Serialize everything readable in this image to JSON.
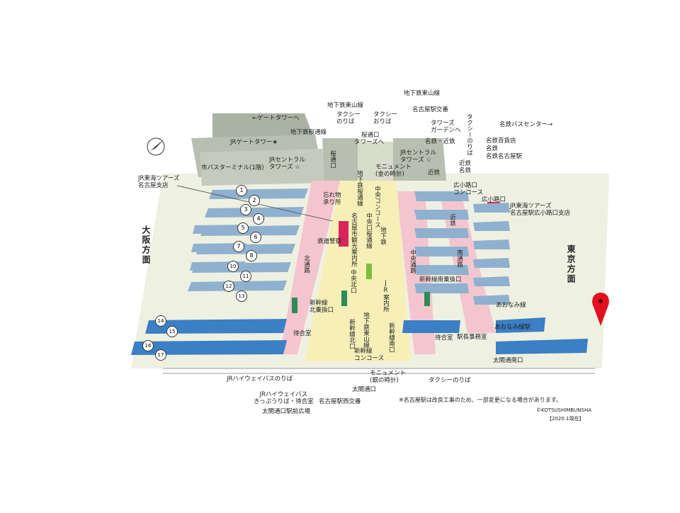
{
  "map": {
    "direction_west": "大阪方面",
    "direction_east": "東京方面",
    "notice": "※名古屋駅は改良工事のため、一部変更になる場合があります。",
    "copyright": "©KOTSUSHIMBUNSHA",
    "date": "【2020.1現在】",
    "platform_numbers": [
      "1",
      "2",
      "3",
      "4",
      "5",
      "6",
      "7",
      "8",
      "10",
      "11",
      "12",
      "13",
      "14",
      "15",
      "16",
      "17"
    ],
    "labels": {
      "gate_tower_arrow": "←ゲートタワーへ",
      "gate_tower": "JRゲートタワー★",
      "bus_terminal": "市バスターミナル(1階)",
      "central_towers_left": "JRセントラル\nタワーズ ☆",
      "central_towers_right": "JRセントラル\nタワーズ ☆",
      "subway_higashiyama_left": "地下鉄東山線",
      "subway_higashiyama_right": "地下鉄東山線",
      "taxi_ride": "タクシー\nのりば",
      "taxi_drop": "タクシー\nおりば",
      "police_box": "名古屋駅交番",
      "towers_garden": "タワーズ\nガーデンへ",
      "meitetsu_bus_center": "名鉄バスセンター→",
      "taxi_vertical": "タクシーのりば",
      "subway_sakuradori_top": "地下鉄桜通線",
      "sakuradori_exit": "桜通口",
      "towers_arrow": "タワーズへ",
      "meitetsu_kintetsu": "名鉄・近鉄",
      "meitetsu_depart": "名鉄百貨店",
      "meitetsu": "名鉄",
      "meitetsu_station": "名鉄名古屋駅",
      "jr_tours_taikou": "JR東海ツアーズ\n名古屋支店",
      "sakuradori_exit_v": "桜通口",
      "monument_gold": "モニュメント\n(金の時計)",
      "kintetsu_top": "近鉄",
      "kintetsu_meitetsu": "近鉄\n名鉄",
      "hirokoji_concourse": "広小路口\nコンコース",
      "hirokoji_exit": "広小路口",
      "jr_tours_hirokoji": "JR東海ツアーズ\n名古屋駅広小路口支店",
      "subway_sakura_v": "地下鉄桜通線",
      "lost_property": "忘れ物\n承り所",
      "central_concourse": "中央コンコース",
      "tourist_info": "名古屋市観光案内所",
      "central_sakuradori": "中央口桜通線",
      "subway_v": "地下鉄",
      "railway_police": "鉄道警察",
      "kintetsu_v": "近鉄",
      "north_passage": "北通路",
      "central_passage": "中央通路",
      "south_passage": "南通路",
      "shinkansen_south_gate": "新幹線南乗換口",
      "central_north": "中央北口",
      "jr_info": "JR案内所",
      "aonami_line": "あおなみ線",
      "aonami_station": "あおなみ線駅",
      "shinkansen_north_gate": "新幹線\n北乗換口",
      "waiting_room_left": "待合室",
      "waiting_room_right": "待合室",
      "stationmaster": "駅長事務室",
      "shinkansen_v": "新幹線北口",
      "subway_higashiyama_v": "地下鉄東山線",
      "shinkansen_concourse": "新幹線\nコンコース",
      "shinkansen_v2": "新幹線南口",
      "taikou_south": "太閤通南口",
      "jr_highway_bus": "JRハイウェイバスのりば",
      "jr_highway_kippu": "JRハイウェイバス\nきっぷうりば・待合室",
      "monument_silver": "モニュメント\n(銀の時計)",
      "taxi_bottom": "タクシーのりば",
      "taikou_exit": "太閤通口",
      "nishi_police": "名古屋駅西交番",
      "taikou_plaza": "太閤通口駅前広場"
    }
  }
}
